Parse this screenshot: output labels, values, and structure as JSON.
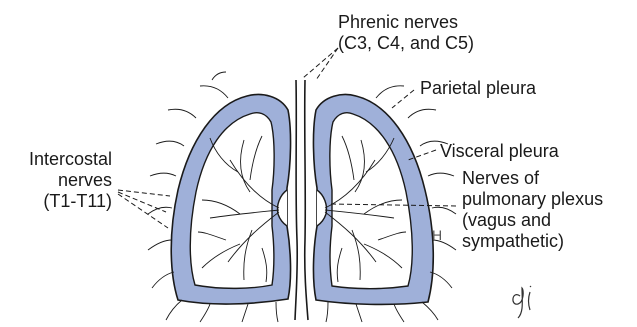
{
  "diagram": {
    "labels": {
      "phrenic": "Phrenic nerves\n(C3, C4, and C5)",
      "parietal": "Parietal pleura",
      "visceral": "Visceral pleura",
      "intercostal": "Intercostal\nnerves\n(T1-T11)",
      "pulmonary": "Nerves of\npulmonary plexus\n(vagus and\nsympathetic)"
    },
    "colors": {
      "pleura_fill": "#9fb0d9",
      "outline": "#1a1a1a",
      "background": "#ffffff"
    }
  }
}
